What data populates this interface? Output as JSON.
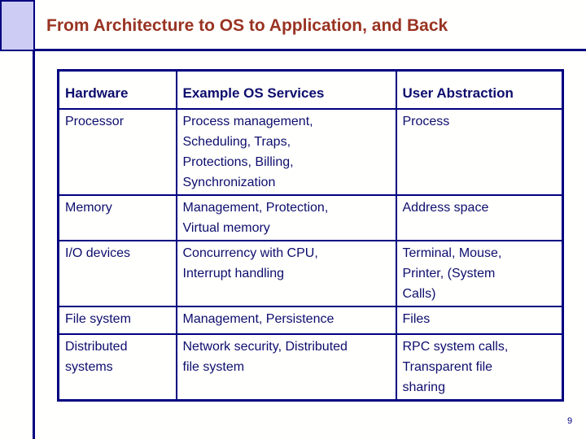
{
  "slide": {
    "title": "From Architecture to OS to Application, and Back",
    "page_number": "9",
    "colors": {
      "title_brown": "#993322",
      "rule_navy": "#000080",
      "table_text_navy": "#0d0d6e",
      "corner_square_fill": "#ccccf5",
      "background": "#fffffd"
    }
  },
  "table": {
    "headers": [
      "Hardware",
      "Example OS Services",
      "User Abstraction"
    ],
    "rows": [
      {
        "cells": [
          "Processor",
          "Process management,\nScheduling, Traps,\nProtections, Billing,\nSynchronization",
          "Process"
        ]
      },
      {
        "cells": [
          "Memory",
          "Management, Protection,\nVirtual memory",
          "Address space"
        ]
      },
      {
        "cells": [
          "I/O devices",
          "Concurrency with CPU,\nInterrupt handling",
          "Terminal, Mouse,\nPrinter, (System\nCalls)"
        ]
      },
      {
        "cells": [
          "File system",
          "Management, Persistence",
          "Files"
        ]
      },
      {
        "cells": [
          "Distributed\nsystems",
          "Network security, Distributed\nfile system",
          "RPC system calls,\nTransparent file\nsharing"
        ]
      }
    ]
  }
}
